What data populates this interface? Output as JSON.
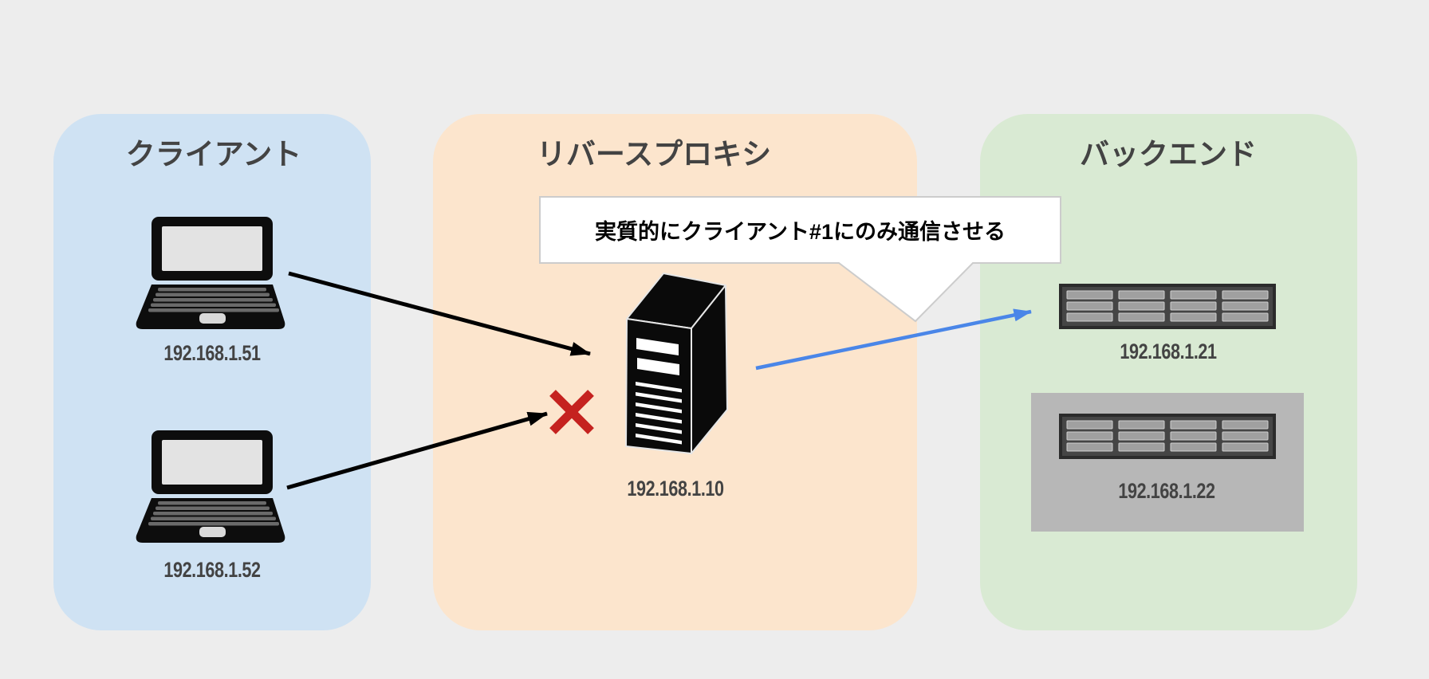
{
  "diagram": {
    "panels": {
      "clients": {
        "title": "クライアント",
        "fill": "#cfe2f3"
      },
      "reverse_proxy": {
        "title": "リバースプロキシ",
        "fill": "#fce5cd"
      },
      "backend": {
        "title": "バックエンド",
        "fill": "#d9ead3"
      }
    },
    "nodes": {
      "client1": {
        "label": "192.168.1.51",
        "icon": "laptop"
      },
      "client2": {
        "label": "192.168.1.52",
        "icon": "laptop"
      },
      "proxy": {
        "label": "192.168.1.10",
        "icon": "server-tower"
      },
      "backend1": {
        "label": "192.168.1.21",
        "icon": "rack-server"
      },
      "backend2": {
        "label": "192.168.1.22",
        "icon": "rack-server",
        "highlighted": true
      }
    },
    "callout": {
      "text": "実質的にクライアント#1にのみ通信させる",
      "points_to": "proxy"
    },
    "connections": [
      {
        "from": "client1",
        "to": "proxy",
        "status": "allowed",
        "color": "#000000"
      },
      {
        "from": "client2",
        "to": "proxy",
        "status": "blocked",
        "color": "#000000"
      },
      {
        "from": "proxy",
        "to": "backend1",
        "status": "forwarded",
        "color": "#4a86e8"
      }
    ],
    "blocked_mark": {
      "symbol": "×",
      "color": "#c5221f"
    },
    "colors": {
      "background": "#ededed",
      "panel_clients": "#cfe2f3",
      "panel_proxy": "#fce5cd",
      "panel_backend": "#d9ead3",
      "highlight_box": "#b7b7b7",
      "text": "#434343",
      "callout_fill": "#ffffff",
      "callout_border": "#cccccc",
      "arrow_black": "#000000",
      "arrow_blue": "#4a86e8",
      "block_x": "#c5221f"
    }
  }
}
